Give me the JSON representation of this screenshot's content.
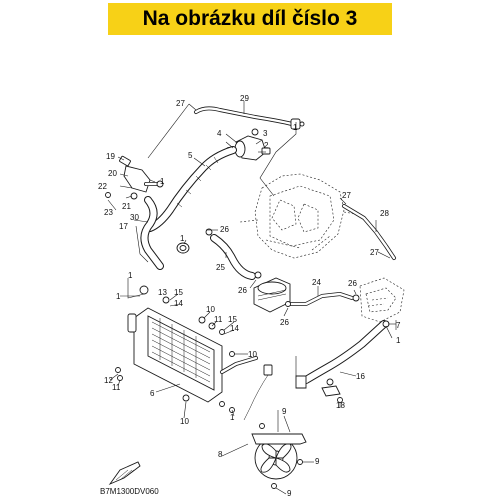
{
  "banner": {
    "title": "Na obrázku díl číslo 3",
    "color": "#f7d117"
  },
  "diagram": {
    "code": "B7M1300DV060",
    "callouts": {
      "c27a": "27",
      "c29": "29",
      "c1a": "1",
      "c4": "4",
      "c3": "3",
      "c2": "2",
      "c5": "5",
      "c19": "19",
      "c20": "20",
      "c1b": "1",
      "c22": "22",
      "c21": "21",
      "c23": "23",
      "c30": "30",
      "c17": "17",
      "c1c": "1",
      "c27b": "27",
      "c28": "28",
      "c26a": "26",
      "c25": "25",
      "c27c": "27",
      "c24": "24",
      "c26b": "26",
      "c26c": "26",
      "c26d": "26",
      "c1d": "1",
      "c1e": "1",
      "c13": "13",
      "c15a": "15",
      "c14": "14",
      "c10a": "10",
      "c11": "11",
      "c15b": "15",
      "c14b": "14",
      "c7": "7",
      "c1f": "1",
      "c10b": "10",
      "c16": "16",
      "c12": "12",
      "c11b": "11",
      "c6": "6",
      "c10c": "10",
      "c1g": "1",
      "c18": "18",
      "c9a": "9",
      "c8": "8",
      "c9b": "9",
      "c9c": "9"
    }
  }
}
